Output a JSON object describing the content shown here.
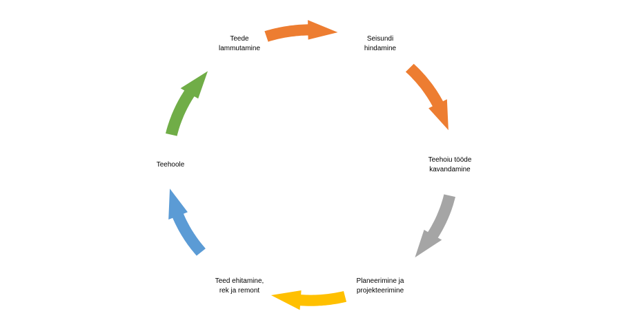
{
  "cycle": {
    "nodes": [
      {
        "id": "lammutamine",
        "lines": [
          "Teede",
          "lammutamine"
        ]
      },
      {
        "id": "hindamine",
        "lines": [
          "Seisundi",
          "hindamine"
        ]
      },
      {
        "id": "kavandamine",
        "lines": [
          "Teehoiu tööde",
          "kavandamine"
        ]
      },
      {
        "id": "planeerimine",
        "lines": [
          "Planeerimine ja",
          "projekteerimine"
        ]
      },
      {
        "id": "ehitamine",
        "lines": [
          "Teed ehitamine,",
          "rek ja remont"
        ]
      },
      {
        "id": "teehoole",
        "lines": [
          "Teehoole"
        ]
      }
    ],
    "arrows": [
      {
        "id": "lammutamine-to-hindamine",
        "color": "#ED7D31"
      },
      {
        "id": "hindamine-to-kavandamine",
        "color": "#ED7D31"
      },
      {
        "id": "kavandamine-to-planeerimine",
        "color": "#A5A5A5"
      },
      {
        "id": "planeerimine-to-ehitamine",
        "color": "#FFC000"
      },
      {
        "id": "ehitamine-to-teehoole",
        "color": "#5B9BD5"
      },
      {
        "id": "teehoole-to-lammutamine",
        "color": "#70AD47"
      }
    ]
  }
}
